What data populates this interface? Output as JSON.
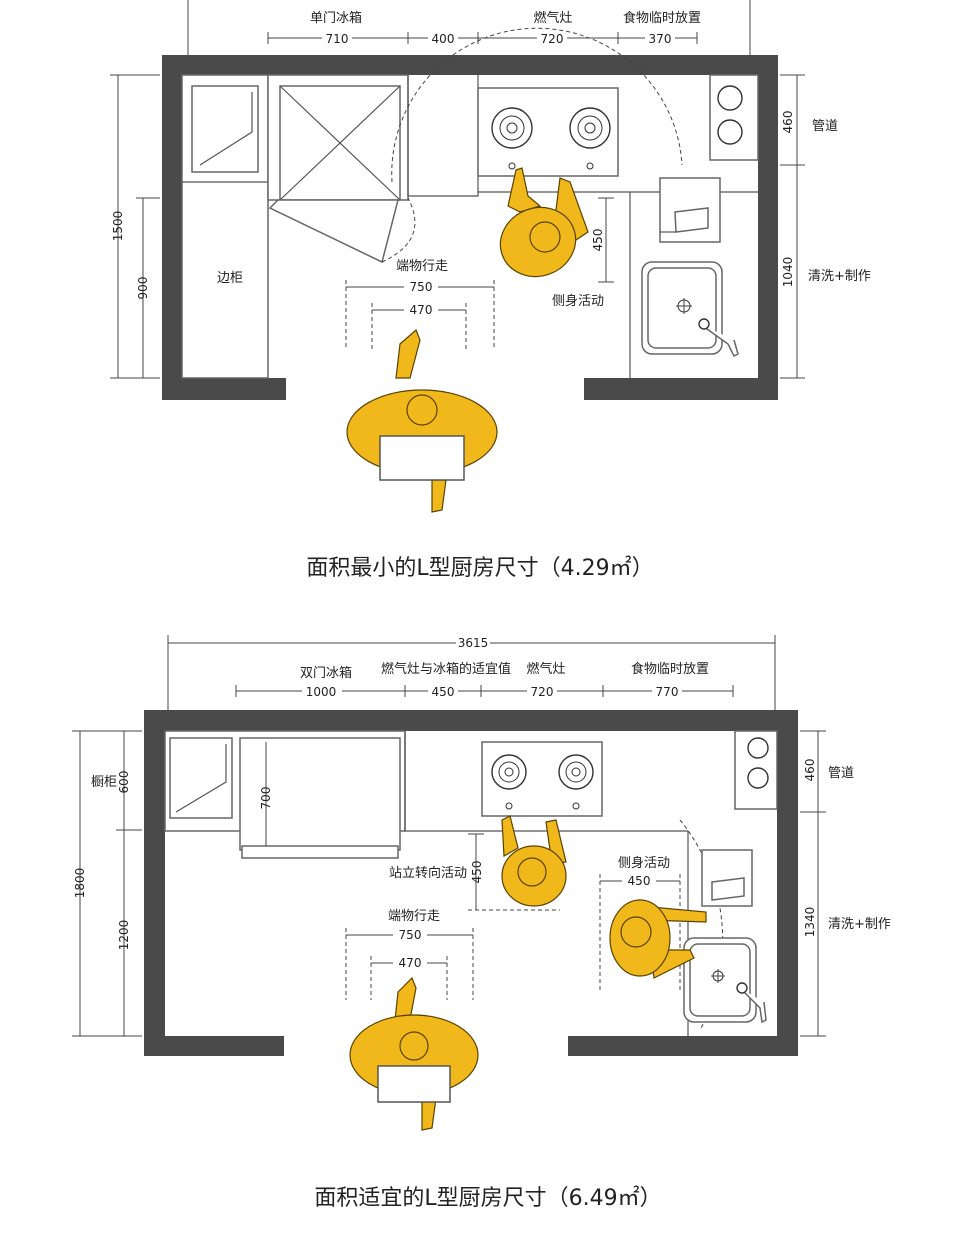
{
  "plan1": {
    "caption": "面积最小的L型厨房尺寸（4.29㎡）",
    "top_labels": {
      "fridge": "单门冰箱",
      "stove": "燃气灶",
      "food": "食物临时放置"
    },
    "top_dims": {
      "fridge": "710",
      "gap": "400",
      "stove": "720",
      "food": "370"
    },
    "left_dims": {
      "total": "1500",
      "cabinet": "900"
    },
    "right_dims": {
      "pipe": "460",
      "wash": "1040"
    },
    "right_labels": {
      "pipe": "管道",
      "wash": "清洗+制作"
    },
    "side_cabinet": "边柜",
    "walk_label": "端物行走",
    "walk_dims": {
      "outer": "750",
      "inner": "470"
    },
    "side_dim": "450",
    "side_label": "侧身活动"
  },
  "plan2": {
    "caption": "面积适宜的L型厨房尺寸（6.49㎡）",
    "overall": "3615",
    "top_labels": {
      "fridge": "双门冰箱",
      "gap": "燃气灶与冰箱的适宜值",
      "stove": "燃气灶",
      "food": "食物临时放置"
    },
    "top_dims": {
      "fridge": "1000",
      "gap": "450",
      "stove": "720",
      "food": "770"
    },
    "left_label": "橱柜",
    "left_dims": {
      "total": "1800",
      "upper": "600",
      "lower": "1200"
    },
    "fridge_depth": "700",
    "right_dims": {
      "pipe": "460",
      "wash": "1340"
    },
    "right_labels": {
      "pipe": "管道",
      "wash": "清洗+制作"
    },
    "turn_label": "站立转向活动",
    "turn_dim": "450",
    "side_label": "侧身活动",
    "side_dim": "450",
    "walk_label": "端物行走",
    "walk_dims": {
      "outer": "750",
      "inner": "470"
    }
  }
}
